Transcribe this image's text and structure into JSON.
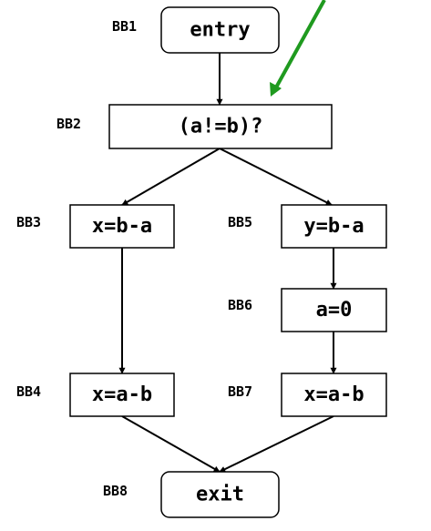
{
  "colors": {
    "stroke": "#000000",
    "background": "#ffffff",
    "arrow_accent": "#1f9a1f"
  },
  "nodes": [
    {
      "id": "BB1",
      "tag": "BB1",
      "text": "entry",
      "rounded": true
    },
    {
      "id": "BB2",
      "tag": "BB2",
      "text": "(a!=b)?",
      "rounded": false
    },
    {
      "id": "BB3",
      "tag": "BB3",
      "text": "x=b-a",
      "rounded": false
    },
    {
      "id": "BB4",
      "tag": "BB4",
      "text": "x=a-b",
      "rounded": false
    },
    {
      "id": "BB5",
      "tag": "BB5",
      "text": "y=b-a",
      "rounded": false
    },
    {
      "id": "BB6",
      "tag": "BB6",
      "text": "a=0",
      "rounded": false
    },
    {
      "id": "BB7",
      "tag": "BB7",
      "text": "x=a-b",
      "rounded": false
    },
    {
      "id": "BB8",
      "tag": "BB8",
      "text": "exit",
      "rounded": true
    }
  ],
  "edges": [
    {
      "from": "BB1",
      "to": "BB2"
    },
    {
      "from": "BB2",
      "to": "BB3"
    },
    {
      "from": "BB2",
      "to": "BB5"
    },
    {
      "from": "BB3",
      "to": "BB4"
    },
    {
      "from": "BB5",
      "to": "BB6"
    },
    {
      "from": "BB6",
      "to": "BB7"
    },
    {
      "from": "BB4",
      "to": "BB8"
    },
    {
      "from": "BB7",
      "to": "BB8"
    }
  ],
  "incoming_arrow": {
    "to": "BB2",
    "color": "#1f9a1f"
  }
}
